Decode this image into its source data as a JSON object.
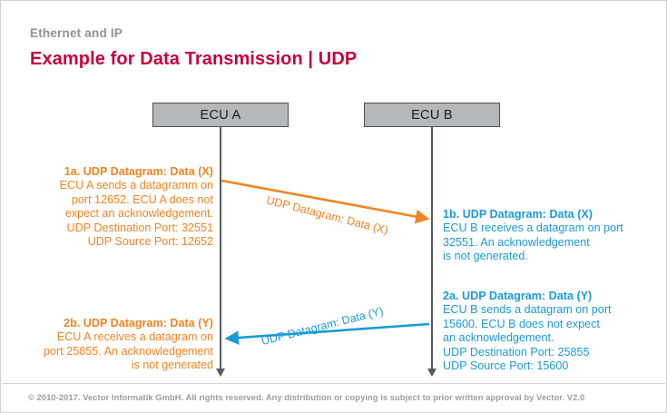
{
  "header": {
    "eyebrow": "Ethernet and IP",
    "title": "Example for Data Transmission | UDP",
    "title_color": "#c8003c",
    "eyebrow_color": "#8f9295"
  },
  "diagram": {
    "nodes": [
      {
        "id": "ecu-a",
        "label": "ECU A"
      },
      {
        "id": "ecu-b",
        "label": "ECU B"
      }
    ],
    "messages": [
      {
        "id": "msg-x",
        "label": "UDP Datagram: Data (X)",
        "direction": "a-to-b",
        "color": "#ef8422"
      },
      {
        "id": "msg-y",
        "label": "UDP Datagram: Data (Y)",
        "direction": "b-to-a",
        "color": "#1b9ad6"
      }
    ],
    "notes": [
      {
        "id": "note-1a",
        "color": "#ef8422",
        "align": "right",
        "title": "1a. UDP Datagram: Data (X)",
        "lines": [
          "ECU A sends a datagramm on",
          "port 12652. ECU A does not",
          "expect an acknowledgement.",
          "UDP Destination Port: 32551",
          "UDP Source Port: 12652"
        ]
      },
      {
        "id": "note-1b",
        "color": "#1b9ad6",
        "align": "left",
        "title": "1b. UDP Datagram: Data (X)",
        "lines": [
          "ECU B receives a datagram on port",
          "32551. An acknowledgement",
          "is not generated."
        ]
      },
      {
        "id": "note-2a",
        "color": "#1b9ad6",
        "align": "left",
        "title": "2a. UDP Datagram: Data (Y)",
        "lines": [
          "ECU B sends a datagram on port",
          "15600. ECU B does not expect",
          "an acknowledgement.",
          "UDP Destination Port: 25855",
          "UDP Source Port: 15600"
        ]
      },
      {
        "id": "note-2b",
        "color": "#ef8422",
        "align": "right",
        "title": "2b.  UDP Datagram: Data (Y)",
        "lines": [
          "ECU A receives a datagram on",
          "port 25855. An acknowledgement",
          "is not generated"
        ]
      }
    ]
  },
  "footer": {
    "text": "© 2010-2017. Vector Informatik GmbH. All rights reserved. Any distribution or copying is subject to prior written approval by Vector. V2.0"
  }
}
